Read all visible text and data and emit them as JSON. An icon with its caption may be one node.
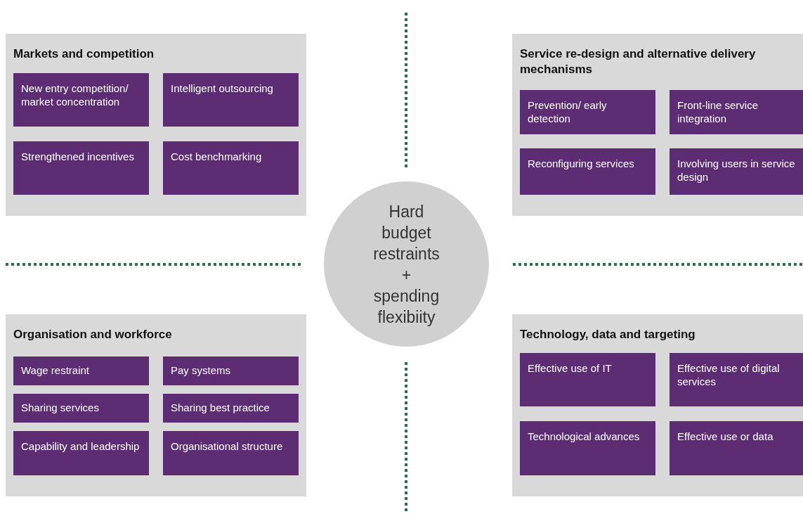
{
  "diagram": {
    "nodes": [
      {
        "text": [
          "Markets and competition"
        ]
      },
      {
        "text": [
          "New entry competition/ market concentration"
        ],
        "in": 0
      },
      {
        "text": [
          "Intelligent outsourcing"
        ],
        "in": 0
      },
      {
        "text": [
          "Strengthened incentives"
        ],
        "in": 0
      },
      {
        "text": [
          "Cost benchmarking"
        ],
        "in": 0
      },
      {
        "text": [
          "Service re-design and alternative delivery mechanisms"
        ]
      },
      {
        "text": [
          "Prevention/ early detection"
        ],
        "in": 5
      },
      {
        "text": [
          "Front-line service integration"
        ],
        "in": 5
      },
      {
        "text": [
          "Reconfiguring services"
        ],
        "in": 5
      },
      {
        "text": [
          "Involving users in service design"
        ],
        "in": 5
      },
      {
        "text": [
          "Hard budget restraints + spending flexibiity"
        ]
      },
      {
        "text": [
          "Organisation and workforce"
        ]
      },
      {
        "text": [
          "Wage restraint"
        ],
        "in": 11
      },
      {
        "text": [
          "Pay systems"
        ],
        "in": 11
      },
      {
        "text": [
          "Sharing services"
        ],
        "in": 11
      },
      {
        "text": [
          "Sharing best practice"
        ],
        "in": 11
      },
      {
        "text": [
          "Capability and leadership"
        ],
        "in": 11
      },
      {
        "text": [
          "Organisational structure"
        ],
        "in": 11
      },
      {
        "text": [
          "Technology, data and targeting"
        ]
      },
      {
        "text": [
          "Effective use of IT"
        ],
        "in": 18
      },
      {
        "text": [
          "Effective use of digital services"
        ],
        "in": 18
      },
      {
        "text": [
          "Technological advances"
        ],
        "in": 18
      },
      {
        "text": [
          "Effective use or data"
        ],
        "in": 18
      }
    ]
  }
}
